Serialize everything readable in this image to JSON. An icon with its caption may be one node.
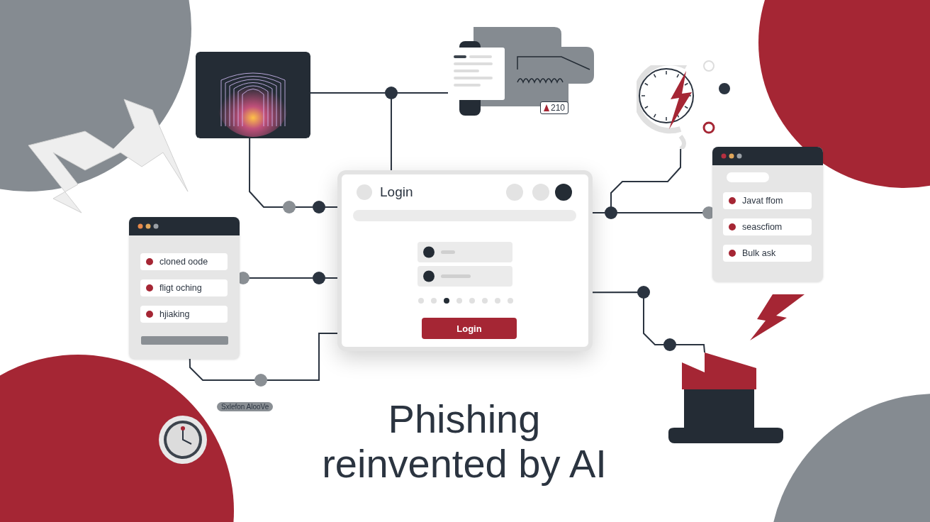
{
  "diagram": {
    "title": "Phishing reinvented by AI",
    "nodes": [
      {
        "text": [],
        "shape": "box"
      },
      {
        "text": [
          "cloned oode"
        ],
        "in": 0
      },
      {
        "text": [
          "fligt oching"
        ],
        "in": 0
      },
      {
        "text": [
          "hjiaking"
        ],
        "in": 0
      },
      {
        "text": [
          "Login"
        ]
      },
      {
        "text": [
          "Login"
        ],
        "in": 4
      },
      {
        "text": [],
        "shape": "box"
      },
      {
        "text": [
          "Javat ffom"
        ],
        "in": 6
      },
      {
        "text": [
          "seascfiom"
        ],
        "in": 6
      },
      {
        "text": [
          "Bulk ask"
        ],
        "in": 6
      },
      {
        "text": [],
        "shape": "picture"
      },
      {
        "text": [],
        "shape": "picture"
      },
      {
        "text": [],
        "shape": "picture"
      },
      {
        "text": [],
        "shape": "box"
      }
    ],
    "edges": [
      {
        "from": 10,
        "to": 4,
        "arrow": "none"
      },
      {
        "from": 10,
        "to": 11,
        "arrow": "none"
      },
      {
        "from": 10,
        "to": 4,
        "arrow": "none"
      },
      {
        "from": 0,
        "to": 4,
        "arrow": "none"
      },
      {
        "from": 0,
        "to": 4,
        "arrow": "none"
      },
      {
        "from": 12,
        "to": 4,
        "arrow": "none"
      },
      {
        "from": 4,
        "to": 6,
        "arrow": "none"
      },
      {
        "from": 4,
        "to": 13,
        "arrow": "none"
      }
    ],
    "labels": [
      "210",
      "Sxlefon AlooVe"
    ]
  }
}
